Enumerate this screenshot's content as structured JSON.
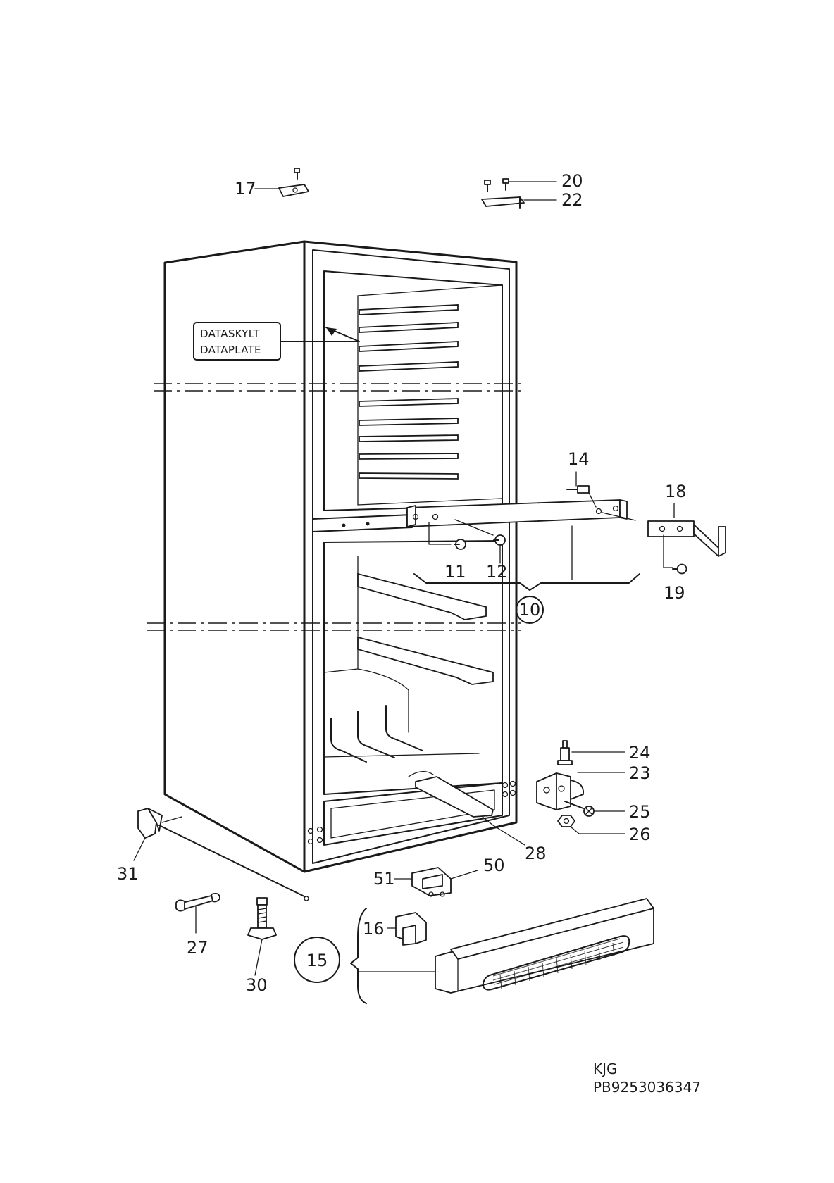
{
  "plate": {
    "line1": "DATASKYLT",
    "line2": "DATAPLATE"
  },
  "callouts": {
    "c10": "10",
    "c11": "11",
    "c12": "12",
    "c14": "14",
    "c15": "15",
    "c16": "16",
    "c17": "17",
    "c18": "18",
    "c19": "19",
    "c20": "20",
    "c22": "22",
    "c23": "23",
    "c24": "24",
    "c25": "25",
    "c26": "26",
    "c27": "27",
    "c28": "28",
    "c30": "30",
    "c31": "31",
    "c50": "50",
    "c51": "51"
  },
  "footer": {
    "code": "KJG",
    "part_number": "PB9253036347"
  }
}
